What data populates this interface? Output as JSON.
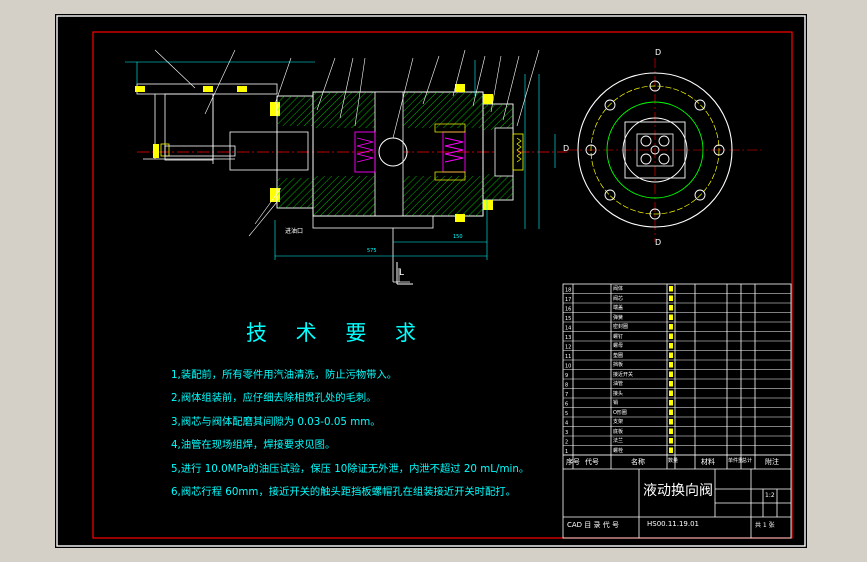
{
  "notes": {
    "title": "技 术 要 求",
    "items": [
      "1,装配前，所有零件用汽油清洗，防止污物带入。",
      "2,阀体组装前，应仔细去除相贯孔处的毛刺。",
      "3,阀芯与阀体配磨其间隙为 0.03-0.05 mm。",
      "4,油管在现场组焊，焊接要求见图。",
      "5,进行 10.0MPa的油压试验，保压 10除证无外泄，内泄不超过 20 mL/min。",
      "6,阀芯行程 60mm，接近开关的触头距挡板螺帽孔在组装接近开关时配打。"
    ]
  },
  "title_block": {
    "drawing_title": "液动换向阀",
    "drawing_no": "HS00.11.19.01",
    "header": [
      "序号",
      "代号",
      "名称",
      "数量",
      "材料",
      "单件重",
      "总计",
      "附注"
    ],
    "school": "CAD 目 录 代 号",
    "scale": "1:2",
    "sheet": "共 1 张"
  },
  "dimensions": {
    "d1": "575",
    "d2": "150",
    "label_A": "D",
    "label_B": "D",
    "label_C": "D",
    "label_L": "L",
    "oil_port": "进油口"
  },
  "parts_list_names": [
    "阀体",
    "阀芯",
    "端盖",
    "弹簧",
    "密封圈",
    "螺钉",
    "螺母",
    "垫圈",
    "挡板",
    "接近开关",
    "油管",
    "接头",
    "销",
    "O形圈",
    "支架",
    "底板",
    "法兰",
    "螺栓"
  ],
  "colors": {
    "background": "#000000",
    "frame": "#ff0000",
    "outline": "#ffffff",
    "centerline": "#ff0000",
    "hatch": "#00ff00",
    "dimension": "#00ffff",
    "spring": "#ff00ff",
    "circle": "#ffff00"
  }
}
